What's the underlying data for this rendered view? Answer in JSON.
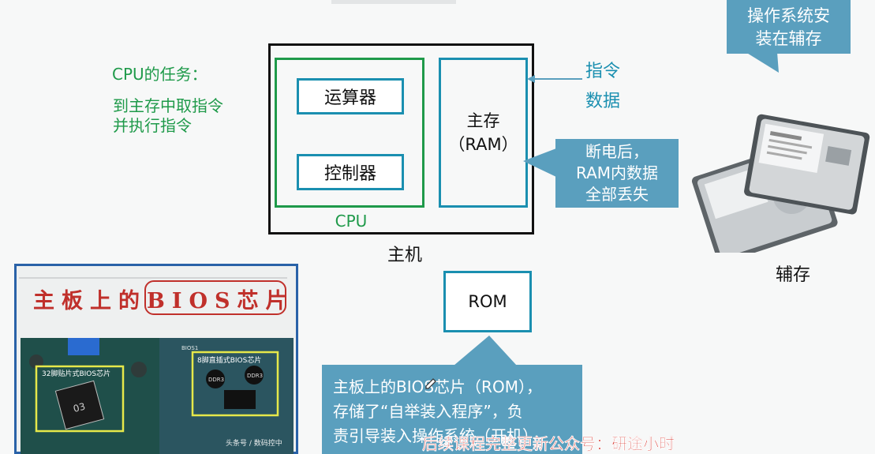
{
  "cpu_task": {
    "title": "CPU的任务：",
    "line1": "到主存中取指令",
    "line2": "并执行指令"
  },
  "host": {
    "alu": "运算器",
    "cu": "控制器",
    "cpu_label": "CPU",
    "ram_line1": "主存",
    "ram_line2": "（RAM）",
    "host_label": "主机"
  },
  "flow": {
    "instructions": "指令",
    "data": "数据"
  },
  "callouts": {
    "os": [
      "操作系统安",
      "装在辅存"
    ],
    "ram": [
      "断电后，",
      "RAM内数据",
      "全部丢失"
    ],
    "rom": [
      "主板上的BIOS芯片（ROM），",
      "存储了“自举装入程序”，负",
      "责引导装入操作系统（开机）"
    ]
  },
  "rom": {
    "label": "ROM"
  },
  "aux": {
    "label": "辅存"
  },
  "motherboard": {
    "title_prefix": "主板上的",
    "title_chip": "BIOS芯片",
    "chip_caption_left": "32脚贴片式BIOS芯片",
    "chip_caption_right": "8脚直插式BIOS芯片",
    "chip_mark": "03",
    "ddr_left": "DDR3",
    "ddr_right": "DDR3",
    "watermark": "头条号 / 数码控中",
    "board_label": "BIOS1"
  },
  "footer": "后续课程完整更新公众号：研途小时",
  "colors": {
    "green": "#1f9a4a",
    "blue_border": "#1a8fb0",
    "callout_bg": "#5a9fbe",
    "title_red": "#c0302b",
    "footer_red": "#d4332c",
    "panel_border": "#2a62a8"
  }
}
